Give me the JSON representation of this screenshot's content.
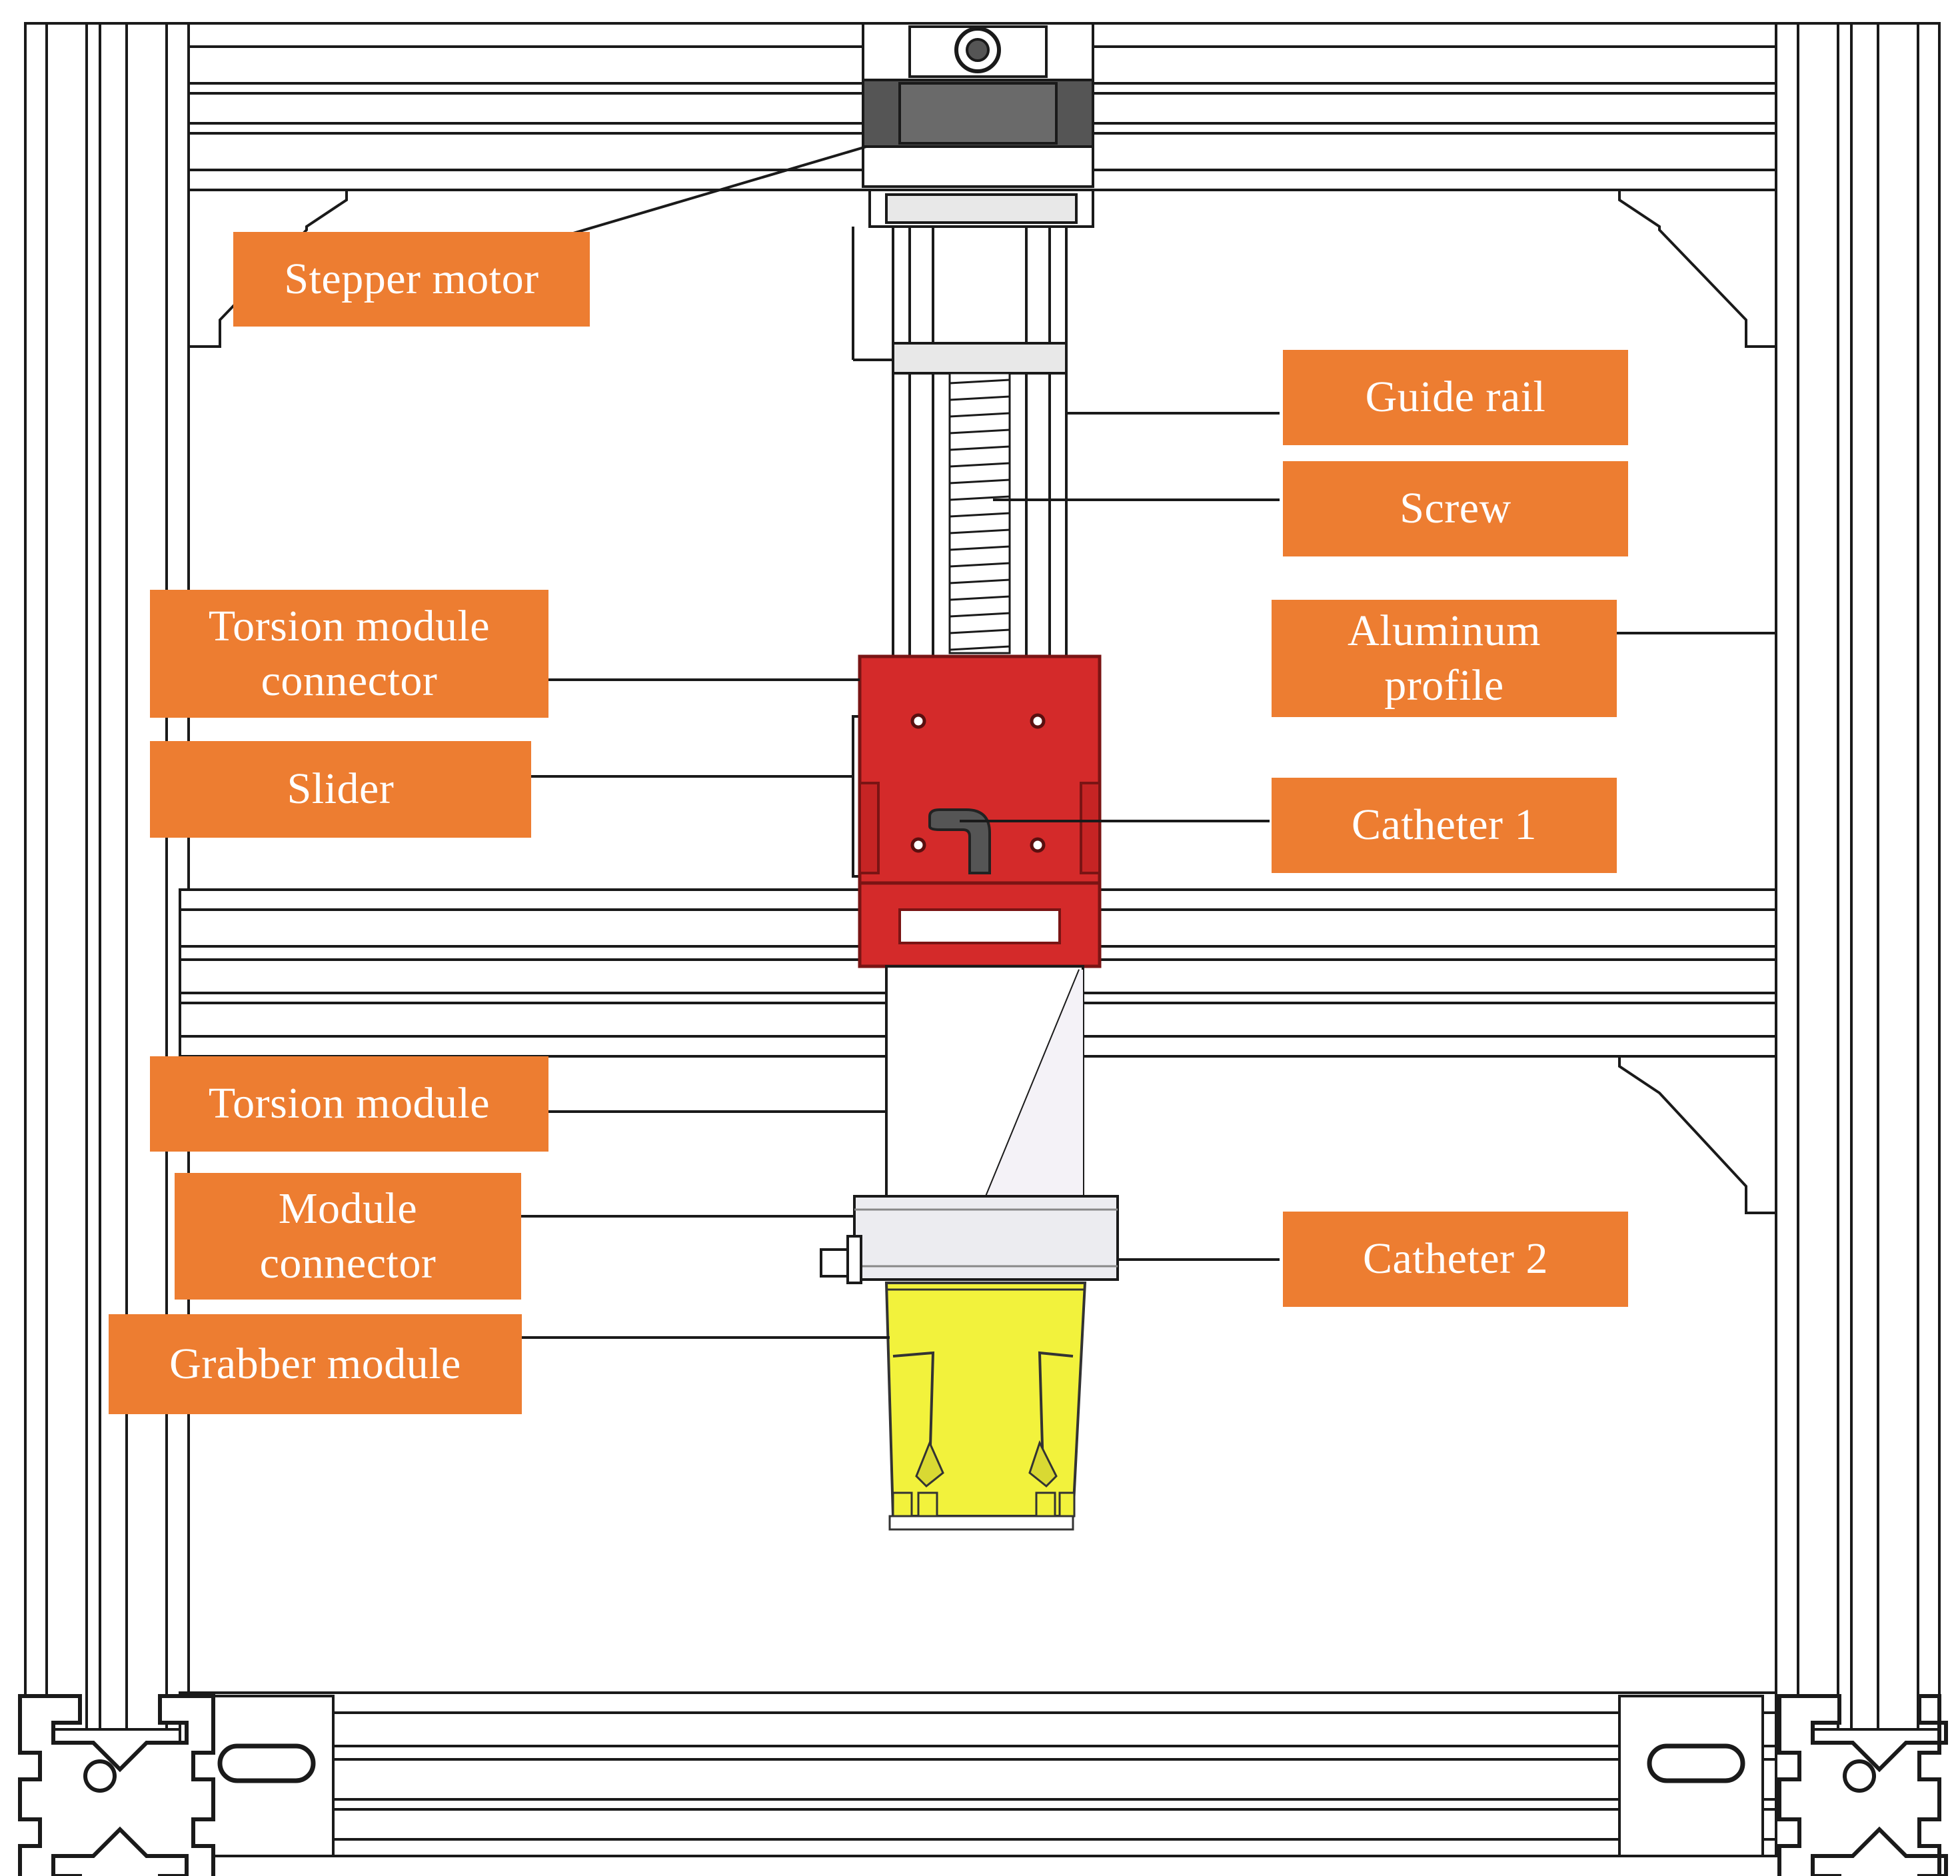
{
  "colors": {
    "label_fill": "#ED7D31",
    "label_text": "#FFFFFF",
    "slider_red": "#D42A2A",
    "grabber_yellow": "#F2F23C",
    "frame_line": "#1A1A1A"
  },
  "labels": {
    "stepper_motor": "Stepper motor",
    "guide_rail": "Guide rail",
    "screw": "Screw",
    "torsion_module_connector_l1": "Torsion module",
    "torsion_module_connector_l2": "connector",
    "aluminum_profile_l1": "Aluminum",
    "aluminum_profile_l2": "profile",
    "slider": "Slider",
    "catheter_1": "Catheter 1",
    "torsion_module": "Torsion module",
    "module_connector_l1": "Module",
    "module_connector_l2": "connector",
    "catheter_2": "Catheter 2",
    "grabber_module": "Grabber module"
  }
}
